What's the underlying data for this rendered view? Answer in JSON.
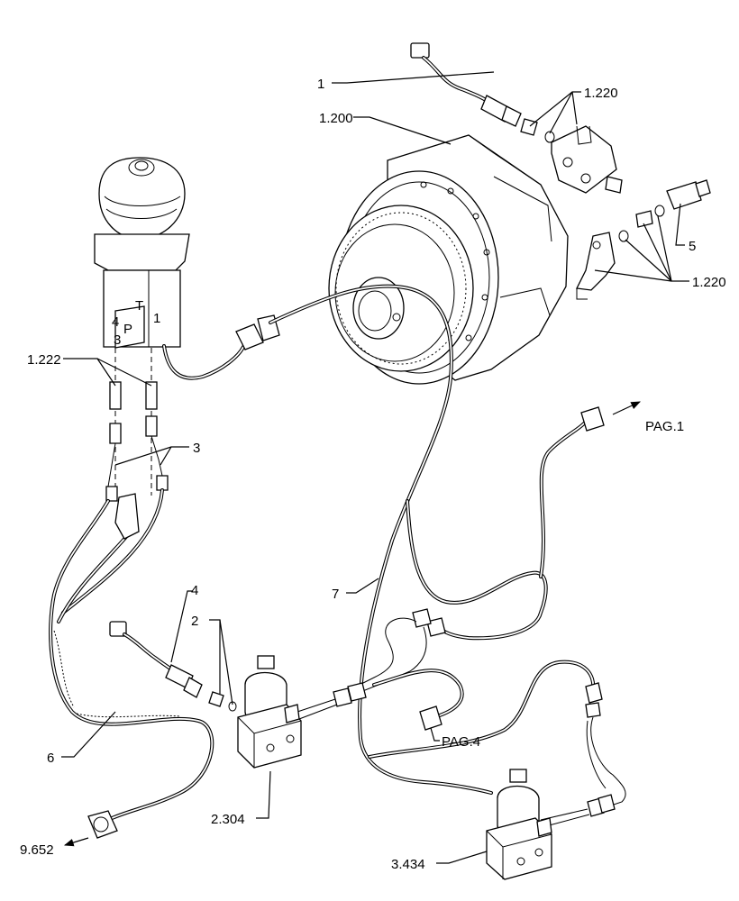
{
  "labels": {
    "l1": "1",
    "l1220a": "1.220",
    "l1200": "1.200",
    "l5": "5",
    "l1220b": "1.220",
    "l1222": "1.222",
    "l3": "3",
    "lpag1": "PAG.1",
    "l4": "4",
    "l2": "2",
    "l7": "7",
    "l6": "6",
    "lpag4": "PAG.4",
    "l2304": "2.304",
    "l9652": "9.652",
    "l3434": "3.434"
  },
  "joystick_marks": {
    "t": "T",
    "p": "P",
    "n4": "4",
    "n3": "3",
    "n1": "1"
  }
}
